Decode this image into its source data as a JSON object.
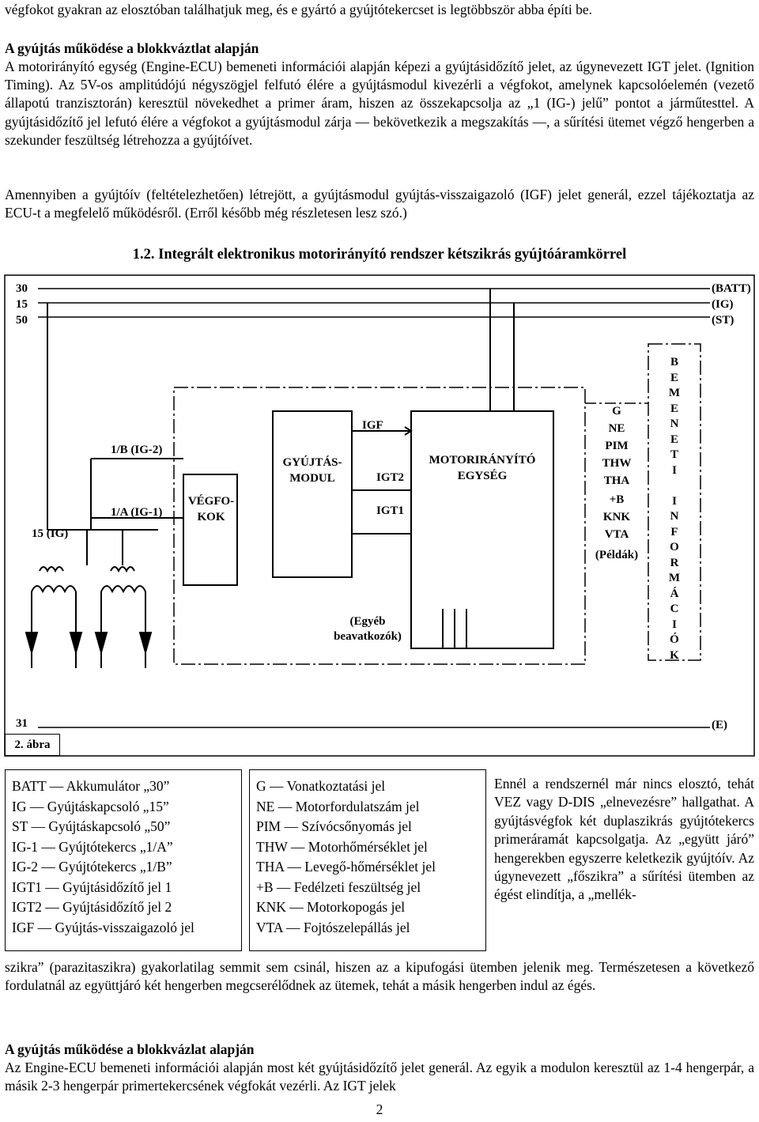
{
  "top_line": "végfokot gyakran az elosztóban találhatjuk meg, és e gyártó a gyújtótekercset is legtöbbször abba építi be.",
  "section1": {
    "heading": "A gyújtás működése a blokkváztlat alapján",
    "p1": "A motorirányító egység (Engine-ECU) bemeneti információi alapján képezi a gyújtásidőzítő jelet, az úgynevezett IGT jelet. (Ignition Timing). Az 5V-os amplitúdójú négyszögjel felfutó élére a gyújtásmodul kivezérli a végfokot, amelynek kapcsolóelemén (vezető állapotú tranzisztorán) keresztül növekedhet a primer áram, hiszen az összekapcsolja az „1 (IG-) jelű” pontot a járműtesttel. A gyújtásidőzítő jel lefutó élére a végfokot a gyújtásmodul zárja — bekövetkezik a megszakítás —, a sűrítési ütemet végző hengerben a szekunder feszültség létrehozza a gyújtóívet.",
    "p2": "Amennyiben a gyújtóív (feltételezhetően) létrejött, a gyújtásmodul gyújtás-visszaigazoló (IGF) jelet generál, ezzel tájékoztatja az ECU-t a megfelelő működésről. (Erről később még részletesen lesz szó.)"
  },
  "diagram": {
    "title": "1.2. Integrált elektronikus motorirányító rendszer kétszikrás gyújtóáramkörrel",
    "left_top": [
      "30",
      "15",
      "50"
    ],
    "right_top": [
      "(BATT)",
      "(IG)",
      "(ST)"
    ],
    "bottom_left": "31",
    "bottom_right": "(E)",
    "figure_label": "2. ábra",
    "ig15": "15 (IG)",
    "coil_b": "1/B (IG-2)",
    "coil_a": "1/A (IG-1)",
    "vegfok": [
      "VÉGFO-",
      "KOK"
    ],
    "gyujtasmodul": [
      "GYÚJTÁS-",
      "MODUL"
    ],
    "igf": "IGF",
    "igt2": "IGT2",
    "igt1": "IGT1",
    "ecu": [
      "MOTORIRÁNYÍTÓ",
      "EGYSÉG"
    ],
    "egyeb": [
      "(Egyéb",
      "beavatkozók)"
    ],
    "signals": [
      "G",
      "NE",
      "PIM",
      "THW",
      "THA",
      "+B",
      "KNK",
      "VTA"
    ],
    "peldak": "(Példák)",
    "bemeneti": [
      "B",
      "E",
      "M",
      "E",
      "N",
      "E",
      "T",
      "I",
      "",
      "I",
      "N",
      "F",
      "O",
      "R",
      "M",
      "Á",
      "C",
      "I",
      "Ó",
      "K"
    ]
  },
  "legend1": [
    "BATT — Akkumulátor „30”",
    "IG — Gyújtáskapcsoló „15”",
    "ST — Gyújtáskapcsoló „50”",
    "IG-1 — Gyújtótekercs „1/A”",
    "IG-2 — Gyújtótekercs „1/B”",
    "IGT1 — Gyújtásidőzítő jel 1",
    "IGT2 — Gyújtásidőzítő jel 2",
    "IGF — Gyújtás-visszaigazoló jel"
  ],
  "legend2": [
    "G — Vonatkoztatási jel",
    "NE — Motorfordulatszám jel",
    "PIM — Szívócsőnyomás jel",
    "THW — Motorhőmérséklet jel",
    "THA — Levegő-hőmérséklet jel",
    "+B — Fedélzeti feszültség jel",
    "KNK — Motorkopogás jel",
    "VTA — Fojtószelepállás jel"
  ],
  "side_text": "Ennél a rendszernél már nincs elosztó, tehát VEZ vagy D-DIS „elnevezésre” hallgathat. A gyújtásvégfok két duplaszikrás gyújtótekercs primeráramát kapcsolgatja. Az „együtt járó” hengerekben egyszerre keletkezik gyújtóív. Az úgynevezett „főszikra” a sűrítési ütemben az égést elindítja, a „mellék-",
  "continued_text": "szikra” (parazitaszikra) gyakorlatilag semmit sem csinál, hiszen az a kipufogási ütemben jelenik meg. Természetesen a következő fordulatnál az együttjáró két hengerben megcserélődnek az ütemek, tehát a másik hengerben indul az égés.",
  "section2": {
    "heading": "A gyújtás működése a blokkvázlat alapján",
    "p1": "Az Engine-ECU bemeneti információi alapján most két gyújtásidőzítő jelet generál. Az egyik a modulon keresztül az 1-4 hengerpár, a másik 2-3 hengerpár primertekercsének végfokát vezérli. Az IGT jelek"
  },
  "page_number": "2"
}
